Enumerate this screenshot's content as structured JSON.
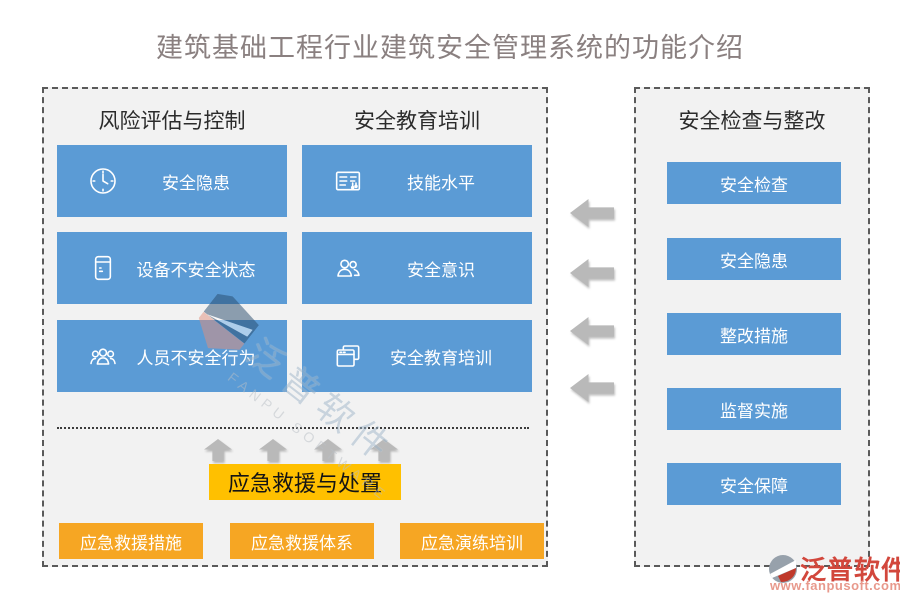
{
  "title": "建筑基础工程行业建筑安全管理系统的功能介绍",
  "left_panel": {
    "columns": [
      {
        "header": "风险评估与控制",
        "items": [
          {
            "label": "安全隐患",
            "icon": "clock-icon"
          },
          {
            "label": "设备不安全状态",
            "icon": "equipment-file-icon"
          },
          {
            "label": "人员不安全行为",
            "icon": "people-group-icon"
          }
        ]
      },
      {
        "header": "安全教育培训",
        "items": [
          {
            "label": "技能水平",
            "icon": "skill-panel-icon"
          },
          {
            "label": "安全意识",
            "icon": "people-pair-icon"
          },
          {
            "label": "安全教育培训",
            "icon": "training-window-icon"
          }
        ]
      }
    ],
    "emergency": {
      "header": "应急救援与处置",
      "buttons": [
        "应急救援措施",
        "应急救援体系",
        "应急演练培训"
      ]
    }
  },
  "right_panel": {
    "header": "安全检查与整改",
    "buttons": [
      "安全检查",
      "安全隐患",
      "整改措施",
      "监督实施",
      "安全保障"
    ]
  },
  "watermark": {
    "text": "泛普软件",
    "subtext": "FANPU SOFTWARE"
  },
  "footer": {
    "brand": "泛普软件",
    "url": "www.fanpusoft.com"
  },
  "colors": {
    "box_blue": "#5b9bd5",
    "button_orange": "#f6a623",
    "emergency_orange": "#ffc000",
    "arrow_gray": "#b9b9b9",
    "brand_red": "#d2473c",
    "title_gray": "#8a8080"
  }
}
